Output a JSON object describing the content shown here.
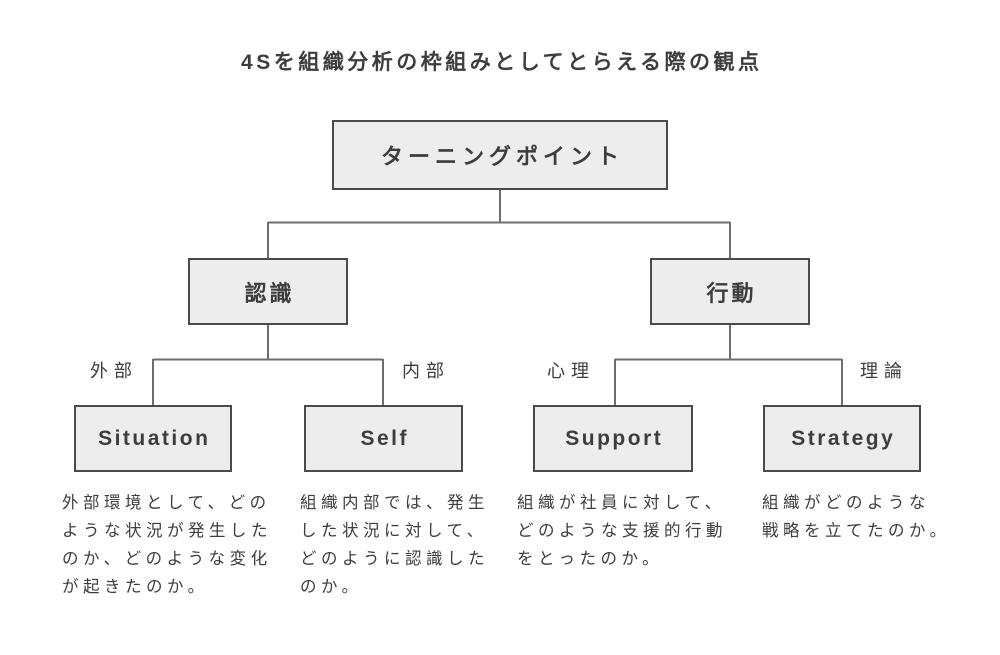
{
  "title": "4Sを組織分析の枠組みとしてとらえる際の観点",
  "colors": {
    "bg": "#ffffff",
    "box_fill": "#ededed",
    "box_border": "#4a4a4a",
    "connector": "#6e6e6e",
    "text": "#3d3d3d"
  },
  "tree": {
    "root": {
      "label": "ターニングポイント"
    },
    "branches": [
      {
        "label": "認識"
      },
      {
        "label": "行動"
      }
    ],
    "leaves": [
      {
        "branch_label": "外部",
        "label": "Situation",
        "description": "外部環境として、どの\nような状況が発生した\nのか、どのような変化\nが起きたのか。"
      },
      {
        "branch_label": "内部",
        "label": "Self",
        "description": "組織内部では、発生\nした状況に対して、\nどのように認識した\nのか。"
      },
      {
        "branch_label": "心理",
        "label": "Support",
        "description": "組織が社員に対して、\nどのような支援的行動\nをとったのか。"
      },
      {
        "branch_label": "理論",
        "label": "Strategy",
        "description": "組織がどのような\n戦略を立てたのか。"
      }
    ]
  }
}
